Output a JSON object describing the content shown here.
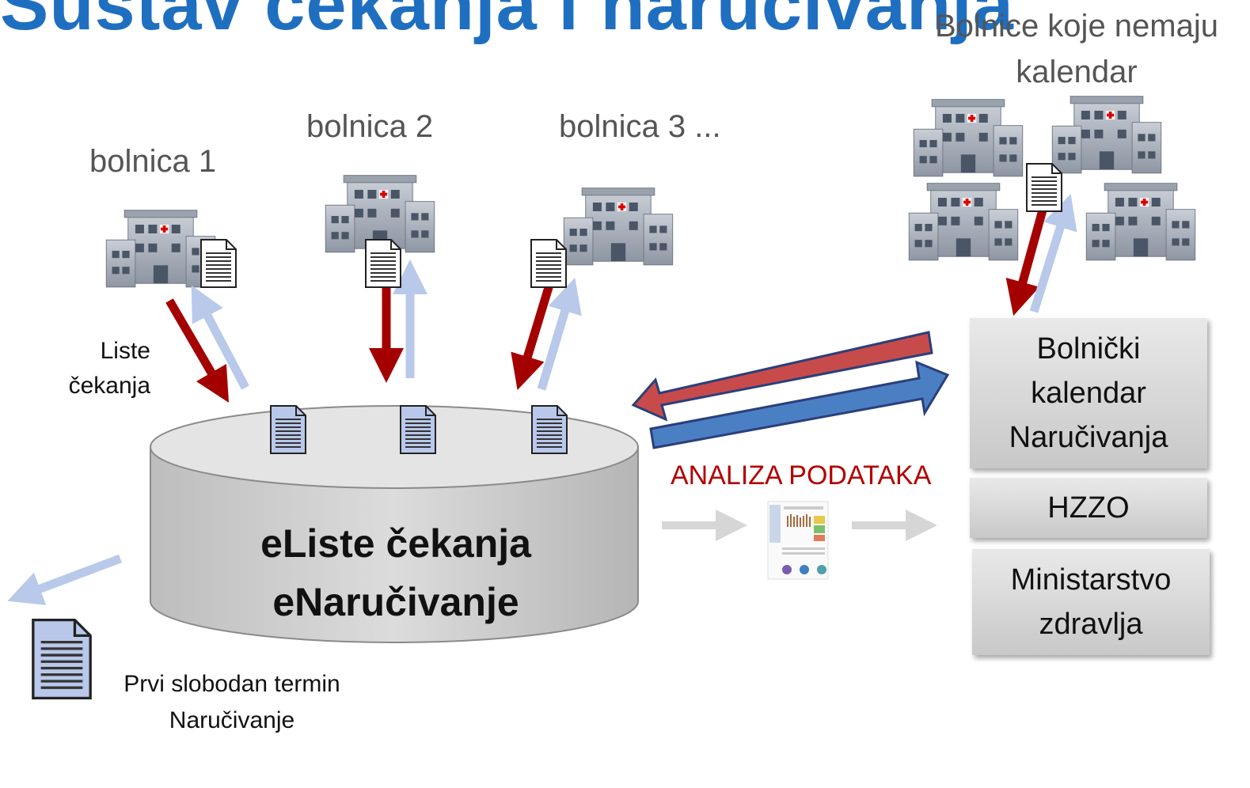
{
  "header": {
    "title_partial": "Sustav čekanja i naručivanja"
  },
  "hospitals": {
    "h1": "bolnica 1",
    "h2": "bolnica 2",
    "h3": "bolnica 3 ..."
  },
  "no_calendar": {
    "line1": "Bolnice koje nemaju",
    "line2": "kalendar"
  },
  "waiting_lists": {
    "line1": "Liste",
    "line2": "čekanja"
  },
  "database": {
    "line1": "eListe čekanja",
    "line2": "eNaručivanje"
  },
  "analysis": {
    "label": "ANALIZA PODATAKA"
  },
  "right_boxes": {
    "calendar": {
      "line1": "Bolnički",
      "line2": "kalendar",
      "line3": "Naručivanja"
    },
    "hzzo": "HZZO",
    "ministry": {
      "line1": "Ministarstvo",
      "line2": "zdravlja"
    }
  },
  "first_slot": {
    "line1": "Prvi slobodan termin",
    "line2": "Naručivanje"
  },
  "colors": {
    "title": "#1f6fc1",
    "red_arrow": "#a50000",
    "light_arrow": "#b8c9ea",
    "blue_arrow": "#4a7fc4",
    "analysis_text": "#b30000"
  }
}
